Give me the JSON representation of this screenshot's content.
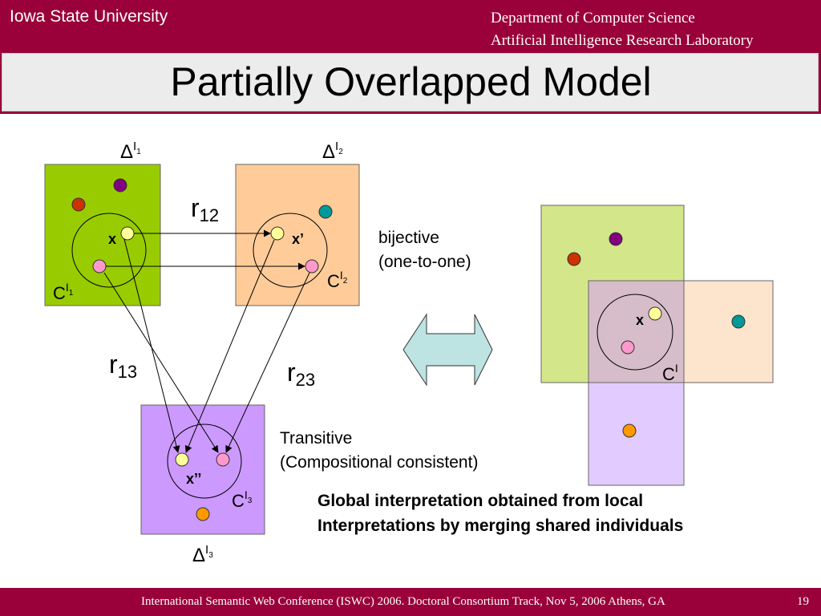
{
  "header": {
    "university": "Iowa State University",
    "department_line1": "Department of Computer Science",
    "department_line2": "Artificial Intelligence Research Laboratory"
  },
  "slide": {
    "title": "Partially Overlapped Model"
  },
  "footer": {
    "text": "International Semantic Web Conference (ISWC) 2006. Doctoral Consortium Track, Nov 5, 2006 Athens, GA",
    "page_number": "19"
  },
  "diagram": {
    "delta": "Δ",
    "concept": "C",
    "interp": "I",
    "idx1": "1",
    "idx2": "2",
    "idx3": "3",
    "relation": "r",
    "r12_sub": "12",
    "r13_sub": "13",
    "r23_sub": "23",
    "x": "x",
    "x_prime": "x’",
    "x_double_prime": "x’’"
  },
  "text": {
    "bijective_line1": "bijective",
    "bijective_line2": "(one-to-one)",
    "transitive_line1": "Transitive",
    "transitive_line2": "(Compositional consistent)",
    "global_line1": "Global interpretation obtained from local",
    "global_line2": "Interpretations by merging shared individuals"
  },
  "colors": {
    "brand": "#9a0039",
    "domain1": "#99cc00",
    "domain2": "#ffcc99",
    "domain3": "#cc99ff",
    "merged1": "#d4e68a",
    "merged2": "#fde4cc",
    "merged3": "#e2ccff",
    "overlap": "#d6bdc9",
    "arrow_fill": "#bde3e3",
    "dot_red": "#cc3300",
    "dot_purple": "#800080",
    "dot_teal": "#009999",
    "dot_yellow": "#ffff99",
    "dot_pink": "#ff99cc",
    "dot_orange": "#ff9900"
  }
}
